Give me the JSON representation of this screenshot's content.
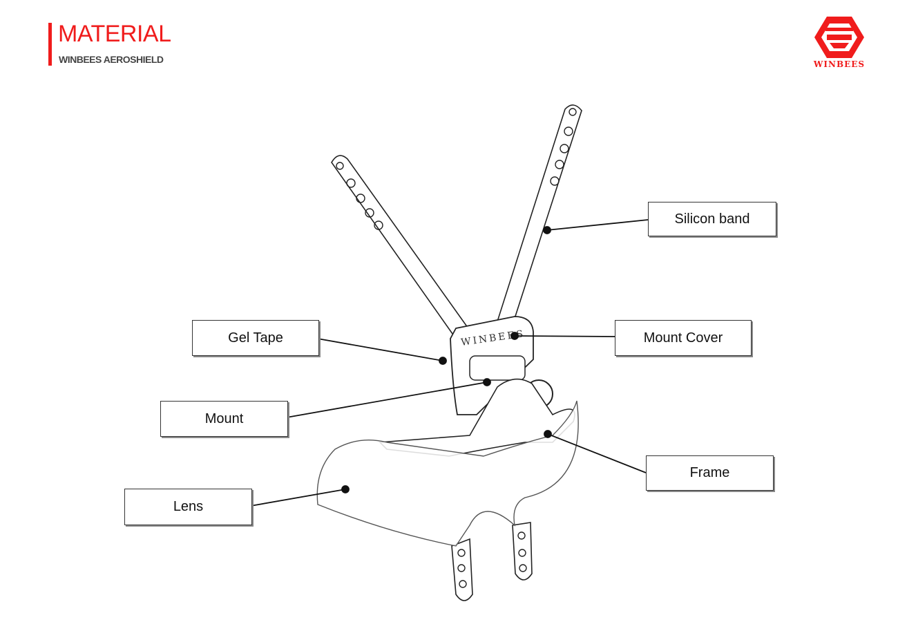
{
  "header": {
    "title": "MATERIAL",
    "subtitle": "WINBEES AEROSHIELD"
  },
  "logo": {
    "text": "WINBEES",
    "color": "#f01c1c"
  },
  "product_engraving": "WINBEES",
  "labels": {
    "silicon_band": "Silicon band",
    "mount_cover": "Mount Cover",
    "gel_tape": "Gel Tape",
    "mount": "Mount",
    "frame": "Frame",
    "lens": "Lens"
  }
}
